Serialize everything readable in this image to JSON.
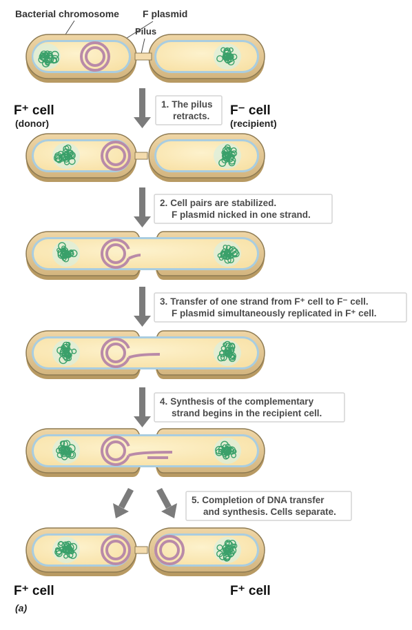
{
  "labels": {
    "bacterial_chromosome": "Bacterial chromosome",
    "f_plasmid": "F plasmid",
    "pilus": "Pilus"
  },
  "cells": {
    "donor_title": "F⁺ cell",
    "donor_sub": "(donor)",
    "recipient_title": "F⁻ cell",
    "recipient_sub": "(recipient)",
    "result_left": "F⁺ cell",
    "result_right": "F⁺ cell"
  },
  "steps": [
    {
      "num": "1.",
      "lines": [
        "The pilus",
        "retracts."
      ]
    },
    {
      "num": "2.",
      "lines": [
        "Cell pairs are stabilized.",
        "F plasmid nicked in one strand."
      ]
    },
    {
      "num": "3.",
      "lines": [
        "Transfer of one strand from F⁺ cell to F⁻ cell.",
        "F plasmid simultaneously replicated in F⁺ cell."
      ]
    },
    {
      "num": "4.",
      "lines": [
        "Synthesis of the complementary",
        "strand begins in the recipient cell."
      ]
    },
    {
      "num": "5.",
      "lines": [
        "Completion of DNA transfer",
        "and synthesis. Cells separate."
      ]
    }
  ],
  "caption": "(a)",
  "colors": {
    "cytoplasm": "#fbe9b6",
    "membrane_blue": "#a9cde0",
    "cell_wall": "#e6c995",
    "outline": "#8d7a52",
    "chromosome": "#3aa06a",
    "plasmid": "#b98aa8",
    "arrow": "#7b7b7b"
  }
}
